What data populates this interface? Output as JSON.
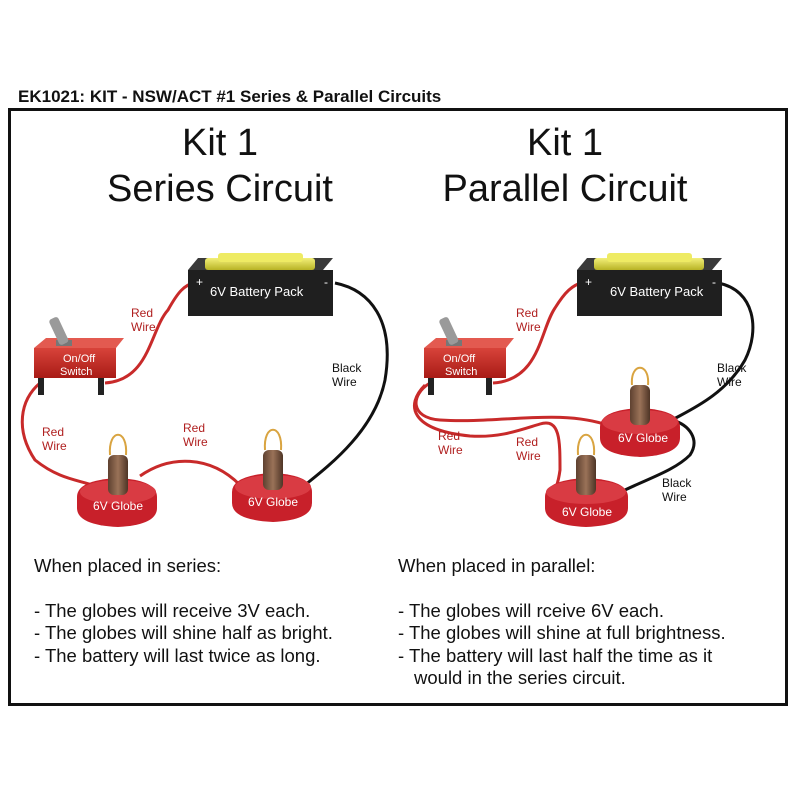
{
  "header": "EK1021: KIT - NSW/ACT #1 Series & Parallel Circuits",
  "series": {
    "title": [
      "Kit 1",
      "Series Circuit"
    ],
    "battery": {
      "label": "6V Battery Pack",
      "plus": "+",
      "minus": "-"
    },
    "switch": [
      "On/Off",
      "Switch"
    ],
    "globes": [
      "6V Globe",
      "6V Globe"
    ],
    "wire_labels": [
      [
        "Red",
        "Wire"
      ],
      [
        "Red",
        "Wire"
      ],
      [
        "Red",
        "Wire"
      ],
      [
        "Black",
        "Wire"
      ]
    ],
    "notes_intro": "When placed in series:",
    "notes": [
      "- The globes will receive 3V each.",
      "- The globes will shine half as bright.",
      "- The battery will last twice as long."
    ]
  },
  "parallel": {
    "title": [
      "Kit 1",
      "Parallel Circuit"
    ],
    "battery": {
      "label": "6V Battery Pack",
      "plus": "+",
      "minus": "-"
    },
    "switch": [
      "On/Off",
      "Switch"
    ],
    "globes": [
      "6V Globe",
      "6V Globe"
    ],
    "wire_labels": [
      [
        "Red",
        "Wire"
      ],
      [
        "Red",
        "Wire"
      ],
      [
        "Red",
        "Wire"
      ],
      [
        "Black",
        "Wire"
      ],
      [
        "Black",
        "Wire"
      ]
    ],
    "notes_intro": "When placed in parallel:",
    "notes": [
      "- The globes will rceive 6V each.",
      "- The globes will shine at full brightness.",
      "- The battery will last half the time as it",
      "  would in the series circuit."
    ]
  },
  "colors": {
    "red_wire": "#c82a2a",
    "black_wire": "#111111",
    "wire_label": "#b02020",
    "battery_body": "#1f1f1f",
    "battery_top": "#e6e24a",
    "globe_base": "#c8202a",
    "globe_bulb": "#7a5a45",
    "filament": "#d9a441"
  }
}
